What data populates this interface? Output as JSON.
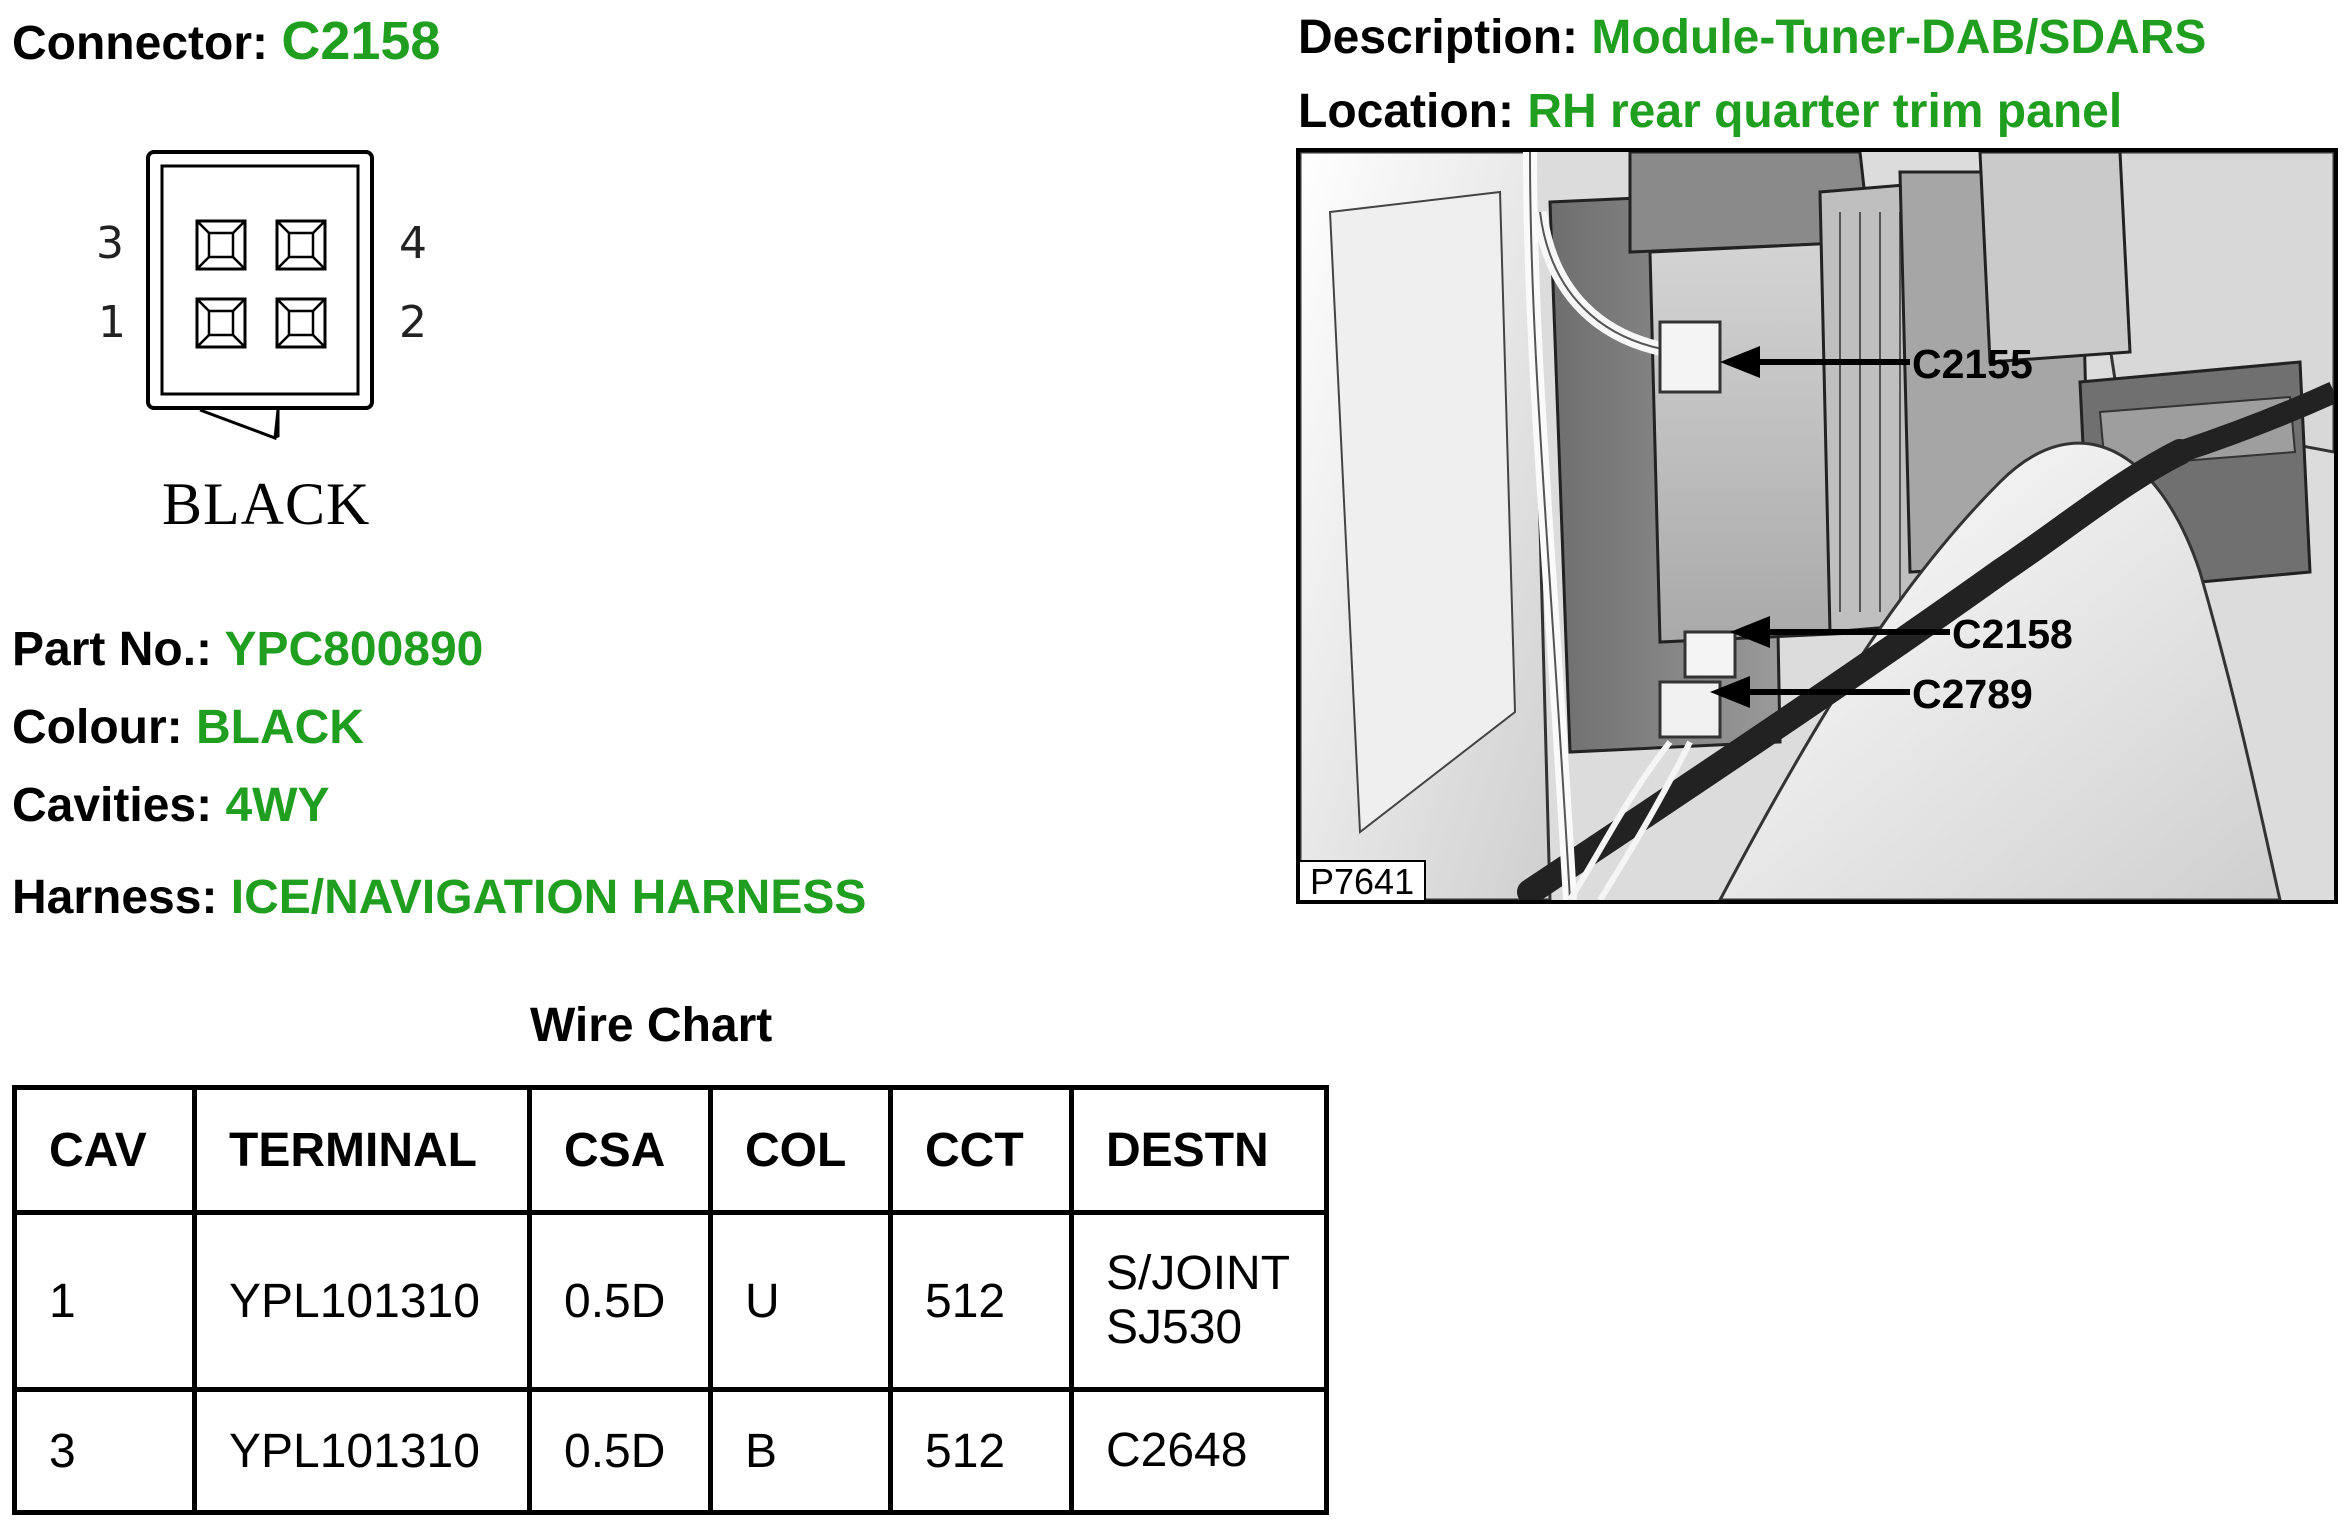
{
  "connector": {
    "label": "Connector:",
    "value": "C2158"
  },
  "description": {
    "label": "Description:",
    "value": "Module-Tuner-DAB/SDARS"
  },
  "location": {
    "label": "Location:",
    "value": "RH rear quarter trim panel"
  },
  "diagram": {
    "pins": {
      "top_left": "3",
      "top_right": "4",
      "bottom_left": "1",
      "bottom_right": "2"
    },
    "colour_caption": "BLACK"
  },
  "part_no": {
    "label": "Part No.:",
    "value": "YPC800890"
  },
  "colour": {
    "label": "Colour:",
    "value": "BLACK"
  },
  "cavities": {
    "label": "Cavities:",
    "value": "4WY"
  },
  "harness": {
    "label": "Harness:",
    "value": "ICE/NAVIGATION HARNESS"
  },
  "photo": {
    "ref": "P7641",
    "callouts": [
      "C2155",
      "C2158",
      "C2789"
    ]
  },
  "wire_chart": {
    "title": "Wire Chart",
    "headers": [
      "CAV",
      "TERMINAL",
      "CSA",
      "COL",
      "CCT",
      "DESTN"
    ],
    "rows": [
      {
        "cav": "1",
        "terminal": "YPL101310",
        "csa": "0.5D",
        "col": "U",
        "cct": "512",
        "destn": [
          "S/JOINT",
          "SJ530"
        ]
      },
      {
        "cav": "3",
        "terminal": "YPL101310",
        "csa": "0.5D",
        "col": "B",
        "cct": "512",
        "destn": [
          "C2648"
        ]
      }
    ]
  },
  "colors": {
    "value_green": "#1f9e1f",
    "text": "#000000"
  }
}
